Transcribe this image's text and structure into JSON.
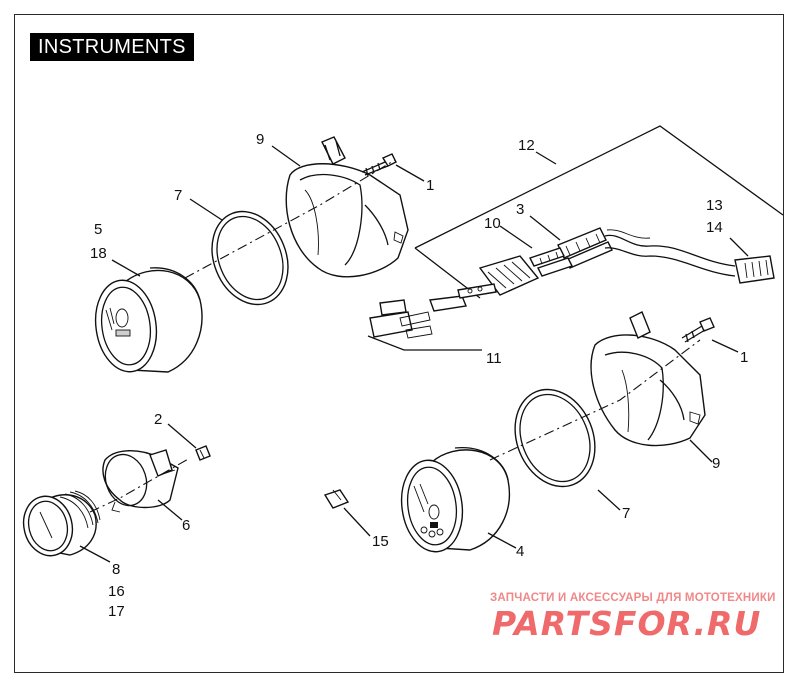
{
  "title": "INSTRUMENTS",
  "callouts": {
    "c1a": "1",
    "c1b": "1",
    "c2": "2",
    "c3": "3",
    "c4": "4",
    "c5": "5",
    "c6": "6",
    "c7a": "7",
    "c7b": "7",
    "c8": "8",
    "c9a": "9",
    "c9b": "9",
    "c10": "10",
    "c11": "11",
    "c12": "12",
    "c13": "13",
    "c14": "14",
    "c15": "15",
    "c16": "16",
    "c17": "17",
    "c18": "18"
  },
  "watermark": {
    "tagline": "ЗАПЧАСТИ И АКСЕССУАРЫ ДЛЯ МОТОТЕХНИКИ",
    "logo": "PARTSFOR.RU"
  },
  "colors": {
    "frame": "#2a2a2a",
    "title_bg": "#000000",
    "title_fg": "#ffffff",
    "watermark": "#ef6a6a"
  }
}
